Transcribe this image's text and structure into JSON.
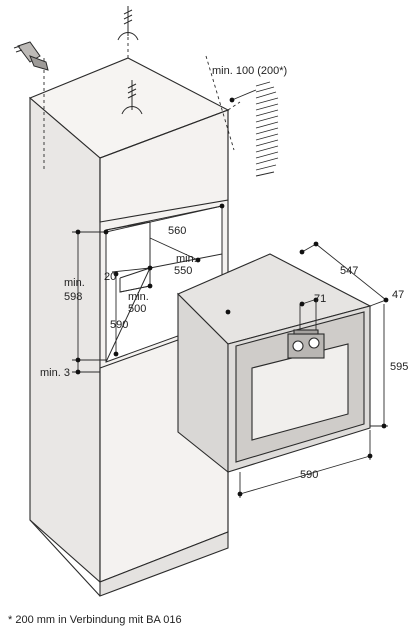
{
  "dimensions": {
    "ventilation": "min. 100 (200*)",
    "niche_width": "560",
    "niche_depth": "min.\n550",
    "niche_height_label": "min.",
    "niche_height_value": "598",
    "back_gap": "20",
    "back_depth_label": "min.",
    "back_depth_value": "500",
    "opening_height": "590",
    "bottom_gap": "min. 3",
    "oven_depth": "547",
    "front_depth": "47",
    "handle_gap": "71",
    "oven_height": "595",
    "oven_width": "590"
  },
  "footnote": "* 200 mm in Verbindung mit BA 016",
  "colors": {
    "line": "#2b2b2b",
    "cabinet_side": "#e9e7e5",
    "cabinet_front": "#f4f2f0",
    "oven_body": "#dedcda",
    "oven_front": "#c9c6c3",
    "dot": "#111111"
  }
}
